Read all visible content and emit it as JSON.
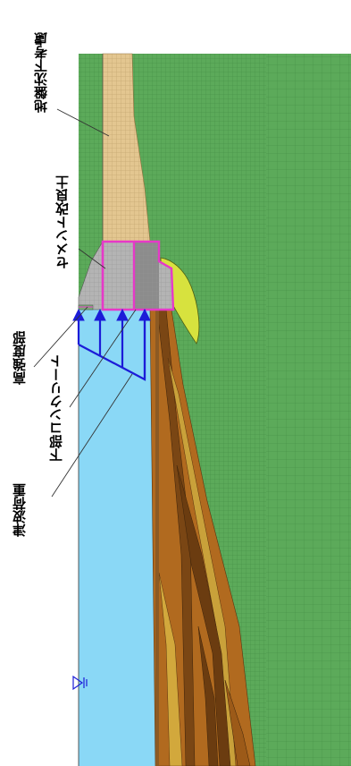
{
  "labels": {
    "ground_subsidence": "地盤沈下考慮",
    "cement_improved_soil": "セメント改良土",
    "high_strength_part": "高強度部",
    "lower_concrete": "下部コンクリート",
    "tsunami_load": "津波荷重"
  },
  "colors": {
    "ground_mesh": "#5caa5a",
    "water": "#8ad8f6",
    "fill_soil": "#e3c690",
    "cement_block": "#b4b4b4",
    "concrete_dark": "#8c8c8c",
    "outline_magenta": "#e639c8",
    "load_arrows": "#1c1cd8",
    "soil_brown": "#b16a1f",
    "soil_dark": "#7a4614",
    "soil_yellow": "#d2ce3a"
  },
  "icons": {
    "water_level": "water-level-icon"
  }
}
